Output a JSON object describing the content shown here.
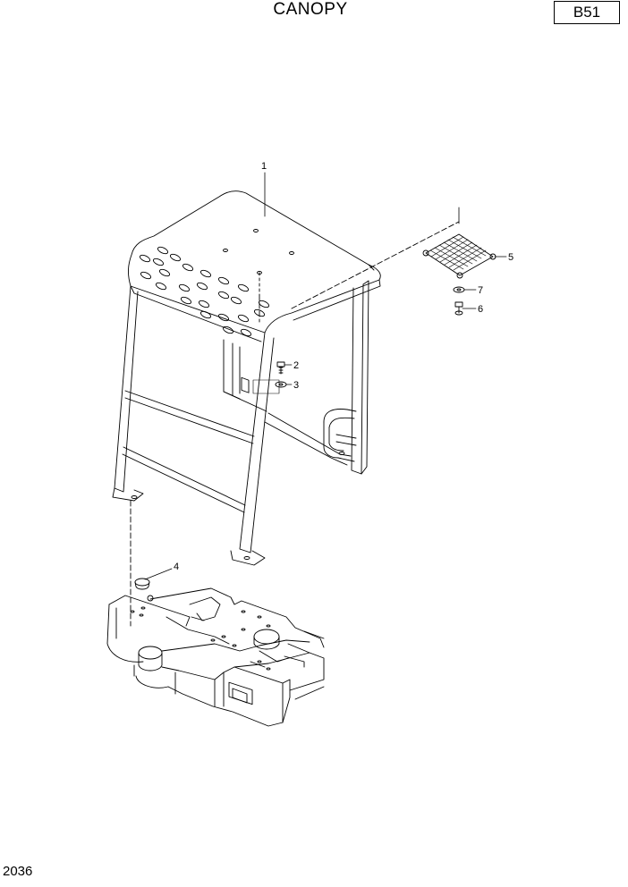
{
  "header": {
    "title": "CANOPY",
    "code": "B51"
  },
  "footer": {
    "page_number": "2036"
  },
  "callouts": [
    {
      "number": "1",
      "part": "canopy-frame"
    },
    {
      "number": "2",
      "part": "bolt"
    },
    {
      "number": "3",
      "part": "washer"
    },
    {
      "number": "4",
      "part": "cap"
    },
    {
      "number": "5",
      "part": "net"
    },
    {
      "number": "6",
      "part": "bolt"
    },
    {
      "number": "7",
      "part": "washer"
    }
  ]
}
